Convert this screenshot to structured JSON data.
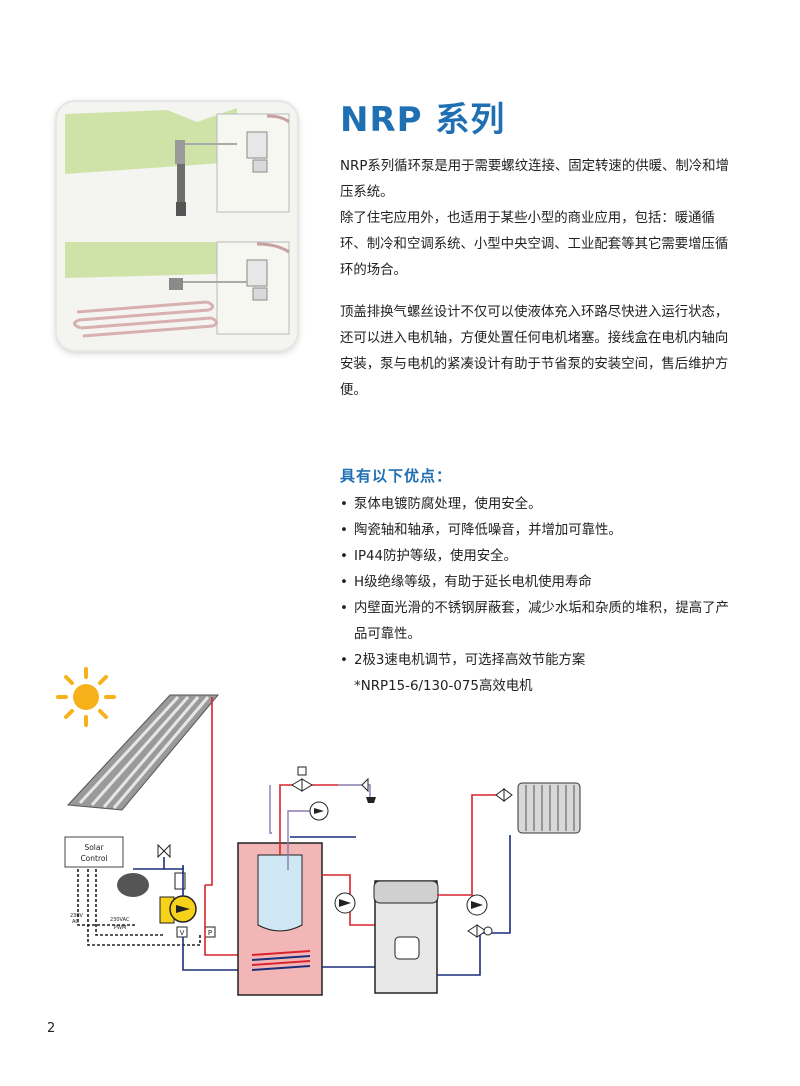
{
  "header": {
    "title": "NRP 系列"
  },
  "intro": {
    "paragraph1": "NRP系列循环泵是用于需要螺纹连接、固定转速的供暖、制冷和增压系统。",
    "paragraph1b": "除了住宅应用外，也适用于某些小型的商业应用，包括：暖通循环、制冷和空调系统、小型中央空调、工业配套等其它需要增压循环的场合。",
    "paragraph2": "顶盖排换气螺丝设计不仅可以使液体充入环路尽快进入运行状态，还可以进入电机轴，方便处置任何电机堵塞。接线盒在电机内轴向安装，泵与电机的紧凑设计有助于节省泵的安装空间，售后维护方便。"
  },
  "advantages": {
    "title": "具有以下优点：",
    "items": [
      "泵体电镀防腐处理，使用安全。",
      "陶瓷轴和轴承，可降低噪音，并增加可靠性。",
      "IP44防护等级，使用安全。",
      "H级绝缘等级，有助于延长电机使用寿命",
      "内壁面光滑的不锈钢屏蔽套，减少水垢和杂质的堆积，提高了产品可靠性。",
      "2极3速电机调节，可选择高效节能方案"
    ],
    "note": "*NRP15-6/130-075高效电机"
  },
  "diagram": {
    "solar_control_line1": "Solar",
    "solar_control_line2": "Control",
    "v230ac_1": "230V",
    "v230ac_2": "AC",
    "v230vac": "230VAC",
    "pwm": "PWM",
    "label_v": "V",
    "label_p": "P"
  },
  "footer": {
    "page_number": "2"
  },
  "colors": {
    "accent": "#1f6fb3",
    "hot": "#d9232e",
    "cold": "#1b2f7a",
    "tank": "#f2b6b6",
    "sun": "#f7b21b"
  }
}
